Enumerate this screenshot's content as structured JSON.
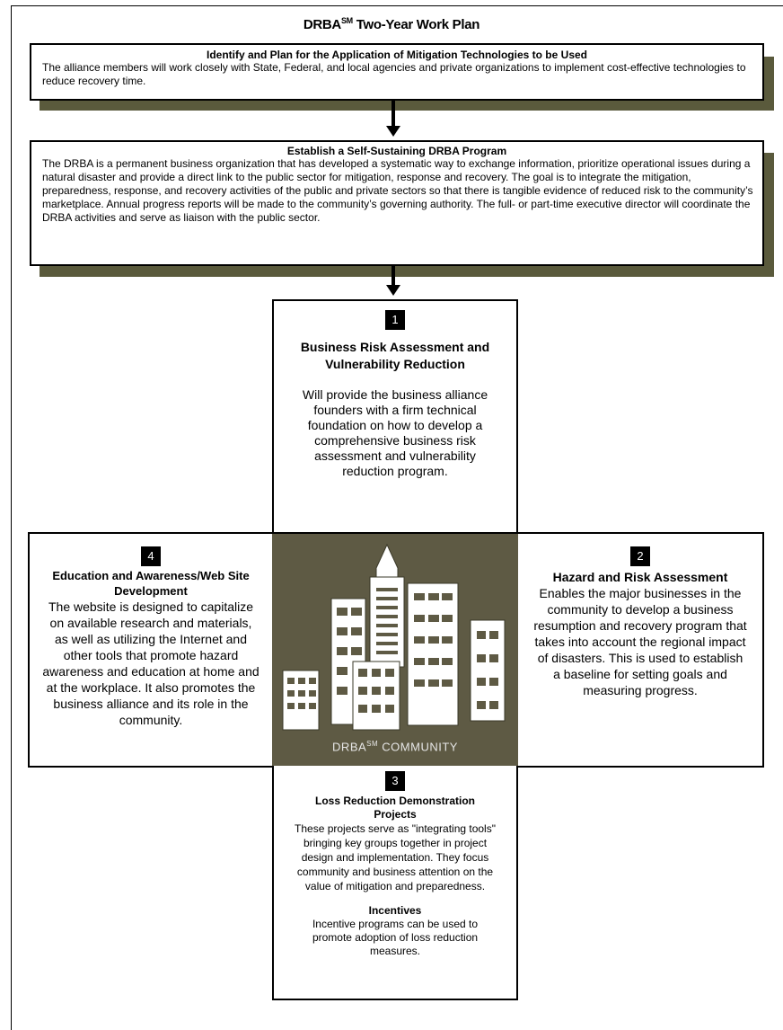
{
  "page": {
    "title": "DRBA",
    "title_sup": "SM",
    "title_rest": " Two-Year Work Plan"
  },
  "box1": {
    "heading": "Identify and Plan for the Application of Mitigation Technologies to be Used",
    "body": "The alliance members will work closely with State, Federal, and local agencies and private organizations to implement cost-effective technologies to reduce recovery time."
  },
  "box2": {
    "heading": "Establish a Self-Sustaining DRBA Program",
    "body": "The DRBA is a permanent business organization that has developed a systematic way to exchange information, prioritize operational issues during a natural disaster and provide a direct link to the public sector for mitigation, response and recovery.  The goal is to integrate the mitigation, preparedness, response, and recovery activities of the public and private sectors so that there is tangible evidence of reduced risk to the community’s marketplace. Annual progress reports will be made to the community’s governing authority. The full- or part-time executive director will coordinate the DRBA activities and serve as liaison with the public sector."
  },
  "panel1": {
    "number": "1",
    "title": "Business Risk Assessment and Vulnerability Reduction",
    "text": "Will provide the business alliance founders with a firm technical foundation on how to develop a comprehensive business risk assessment and vulnerability reduction program."
  },
  "panel2": {
    "number": "2",
    "title": "Hazard and Risk Assessment",
    "text": "Enables the major businesses in the community to develop a business resumption and recovery program that takes into account the regional impact of disasters. This is used to establish a baseline for setting goals and measuring progress."
  },
  "panel3": {
    "number": "3",
    "title": "Loss Reduction Demonstration Projects",
    "text": "These projects serve as  \"integrating tools\" bringing key groups together in project design and implementation. They focus community and business attention on the value of mitigation and preparedness.",
    "sub_title": "Incentives",
    "sub_text": "Incentive programs can be used to promote adoption of loss reduction measures."
  },
  "panel4": {
    "number": "4",
    "title": "Education and Awareness/Web Site Development",
    "text": "The website is designed to capitalize on available research and materials, as well as utilizing the Internet and other tools that promote hazard awareness and education at home and at the workplace. It also promotes the business alliance and its role in the community."
  },
  "center": {
    "label": "DRBA",
    "label_sup": "SM",
    "label_rest": " COMMUNITY",
    "icon": "city-skyline-icon",
    "bg_color": "#5e5a44"
  }
}
